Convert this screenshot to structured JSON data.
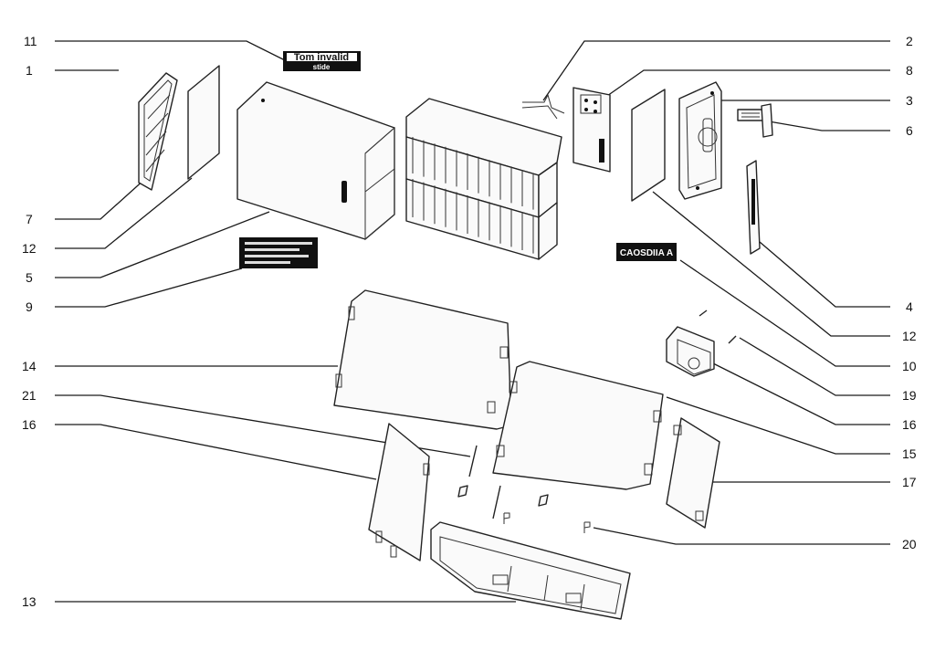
{
  "callouts": [
    {
      "id": "c11",
      "text": "11"
    },
    {
      "id": "c1",
      "text": "1"
    },
    {
      "id": "c7",
      "text": "7"
    },
    {
      "id": "c12l",
      "text": "12"
    },
    {
      "id": "c5",
      "text": "5"
    },
    {
      "id": "c9",
      "text": "9"
    },
    {
      "id": "c14",
      "text": "14"
    },
    {
      "id": "c21",
      "text": "21"
    },
    {
      "id": "c16l",
      "text": "16"
    },
    {
      "id": "c13",
      "text": "13"
    },
    {
      "id": "c2",
      "text": "2"
    },
    {
      "id": "c8",
      "text": "8"
    },
    {
      "id": "c3",
      "text": "3"
    },
    {
      "id": "c6",
      "text": "6"
    },
    {
      "id": "c4",
      "text": "4"
    },
    {
      "id": "c12r",
      "text": "12"
    },
    {
      "id": "c10",
      "text": "10"
    },
    {
      "id": "c19",
      "text": "19"
    },
    {
      "id": "c16r",
      "text": "16"
    },
    {
      "id": "c15",
      "text": "15"
    },
    {
      "id": "c17",
      "text": "17"
    },
    {
      "id": "c20",
      "text": "20"
    }
  ],
  "labels": {
    "top_label_line1": "Tom invalid",
    "top_label_line2": "stide",
    "right_label": "CAOSDIIA A"
  },
  "colors": {
    "line": "#1a1a1a",
    "background": "#ffffff",
    "label_bg": "#111111"
  }
}
